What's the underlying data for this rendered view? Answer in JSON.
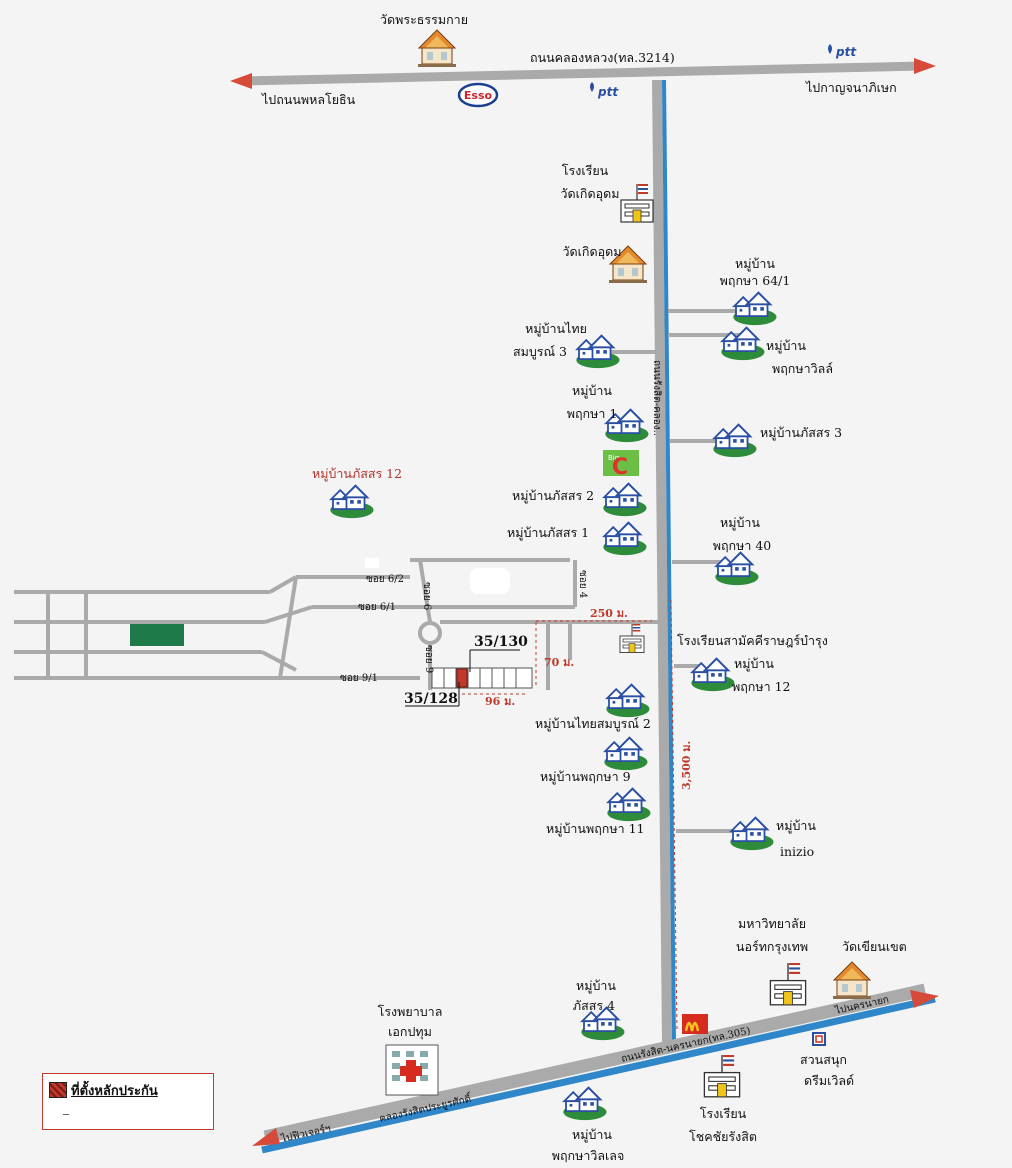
{
  "roads": {
    "top_road": "ถนนคลองหลวง(ทล.3214)",
    "top_left_dir": "ไปถนนพหลโยธิน",
    "top_right_dir": "ไปกาญจนาภิเษก",
    "vertical_road": "ถนนรังสิต-คลอง..",
    "bottom_road": "ถนนรังสิต-นครนายก(ทล.305)",
    "bottom_right_dir": "ไปนครนายก",
    "bottom_left_dir": "ไปฟิวเจอร์ฯ",
    "canal": "คลองรังสิตประยูรศักดิ์"
  },
  "brands": {
    "esso": "Esso",
    "ptt": "ptt",
    "big_c": "C",
    "big_c_small": "Big"
  },
  "places": {
    "temple_top": "วัดพระธรรมกาย",
    "school1_l1": "โรงเรียน",
    "school1_l2": "วัดเกิดอุดม",
    "temple2": "วัดเกิดอุดม",
    "v_prueksa641_l1": "หมู่บ้าน",
    "v_prueksa641_l2": "พฤกษา 64/1",
    "v_thai3_l1": "หมู่บ้านไทย",
    "v_thai3_l2": "สมบูรณ์ 3",
    "v_prueksaville_l1": "หมู่บ้าน",
    "v_prueksaville_l2": "พฤกษาวิลล์",
    "v_prueksa1_l1": "หมู่บ้าน",
    "v_prueksa1_l2": "พฤกษา 1",
    "v_passorn3": "หมู่บ้านภัสสร 3",
    "v_passorn12": "หมู่บ้านภัสสร 12",
    "v_passorn2": "หมู่บ้านภัสสร 2",
    "v_passorn1": "หมู่บ้านภัสสร 1",
    "v_prueksa40_l1": "หมู่บ้าน",
    "v_prueksa40_l2": "พฤกษา 40",
    "school2": "โรงเรียนสามัคคีราษฎร์บำรุง",
    "v_prueksa12_l1": "หมู่บ้าน",
    "v_prueksa12_l2": "พฤกษา 12",
    "v_thai2": "หมู่บ้านไทยสมบูรณ์ 2",
    "v_prueksa9": "หมู่บ้านพฤกษา 9",
    "v_prueksa11": "หมู่บ้านพฤกษา 11",
    "v_inizio_l1": "หมู่บ้าน",
    "v_inizio_l2": "inizio",
    "univ_l1": "มหาวิทยาลัย",
    "univ_l2": "นอร์ทกรุงเทพ",
    "temple3": "วัดเขียนเขต",
    "v_passorn4_l1": "หมู่บ้าน",
    "v_passorn4_l2": "ภัสสร 4",
    "hospital_l1": "โรงพยาบาล",
    "hospital_l2": "เอกปทุม",
    "park_l1": "สวนสนุก",
    "park_l2": "ดรีมเวิลด์",
    "school3_l1": "โรงเรียน",
    "school3_l2": "โชคชัยรังสิต",
    "v_prueksaville_b_l1": "หมู่บ้าน",
    "v_prueksaville_b_l2": "พฤกษาวิลเลจ"
  },
  "sois": {
    "soi_6_2": "ซอย 6/2",
    "soi_6_1": "ซอย 6/1",
    "soi_6": "ซอย 6",
    "soi_4": "ซอย 4",
    "soi_9": "ซอย 9",
    "soi_9_1": "ซอย 9/1"
  },
  "plots": {
    "plot_a": "35/130",
    "plot_b": "35/128"
  },
  "distances": {
    "d250": "250 ม.",
    "d70": "70 ม.",
    "d96": "96 ม.",
    "d3500": "3,500 ม."
  },
  "legend": {
    "collateral": "ที่ตั้งหลักประกัน"
  },
  "colors": {
    "road": "#a9aaa9",
    "canal": "#2f86c9",
    "arrow": "#d64a3a",
    "village_roof": "#2a4fa3",
    "village_ground": "#2e8b3a",
    "marker": "#c0392b",
    "green_block": "#1f7a4a"
  }
}
